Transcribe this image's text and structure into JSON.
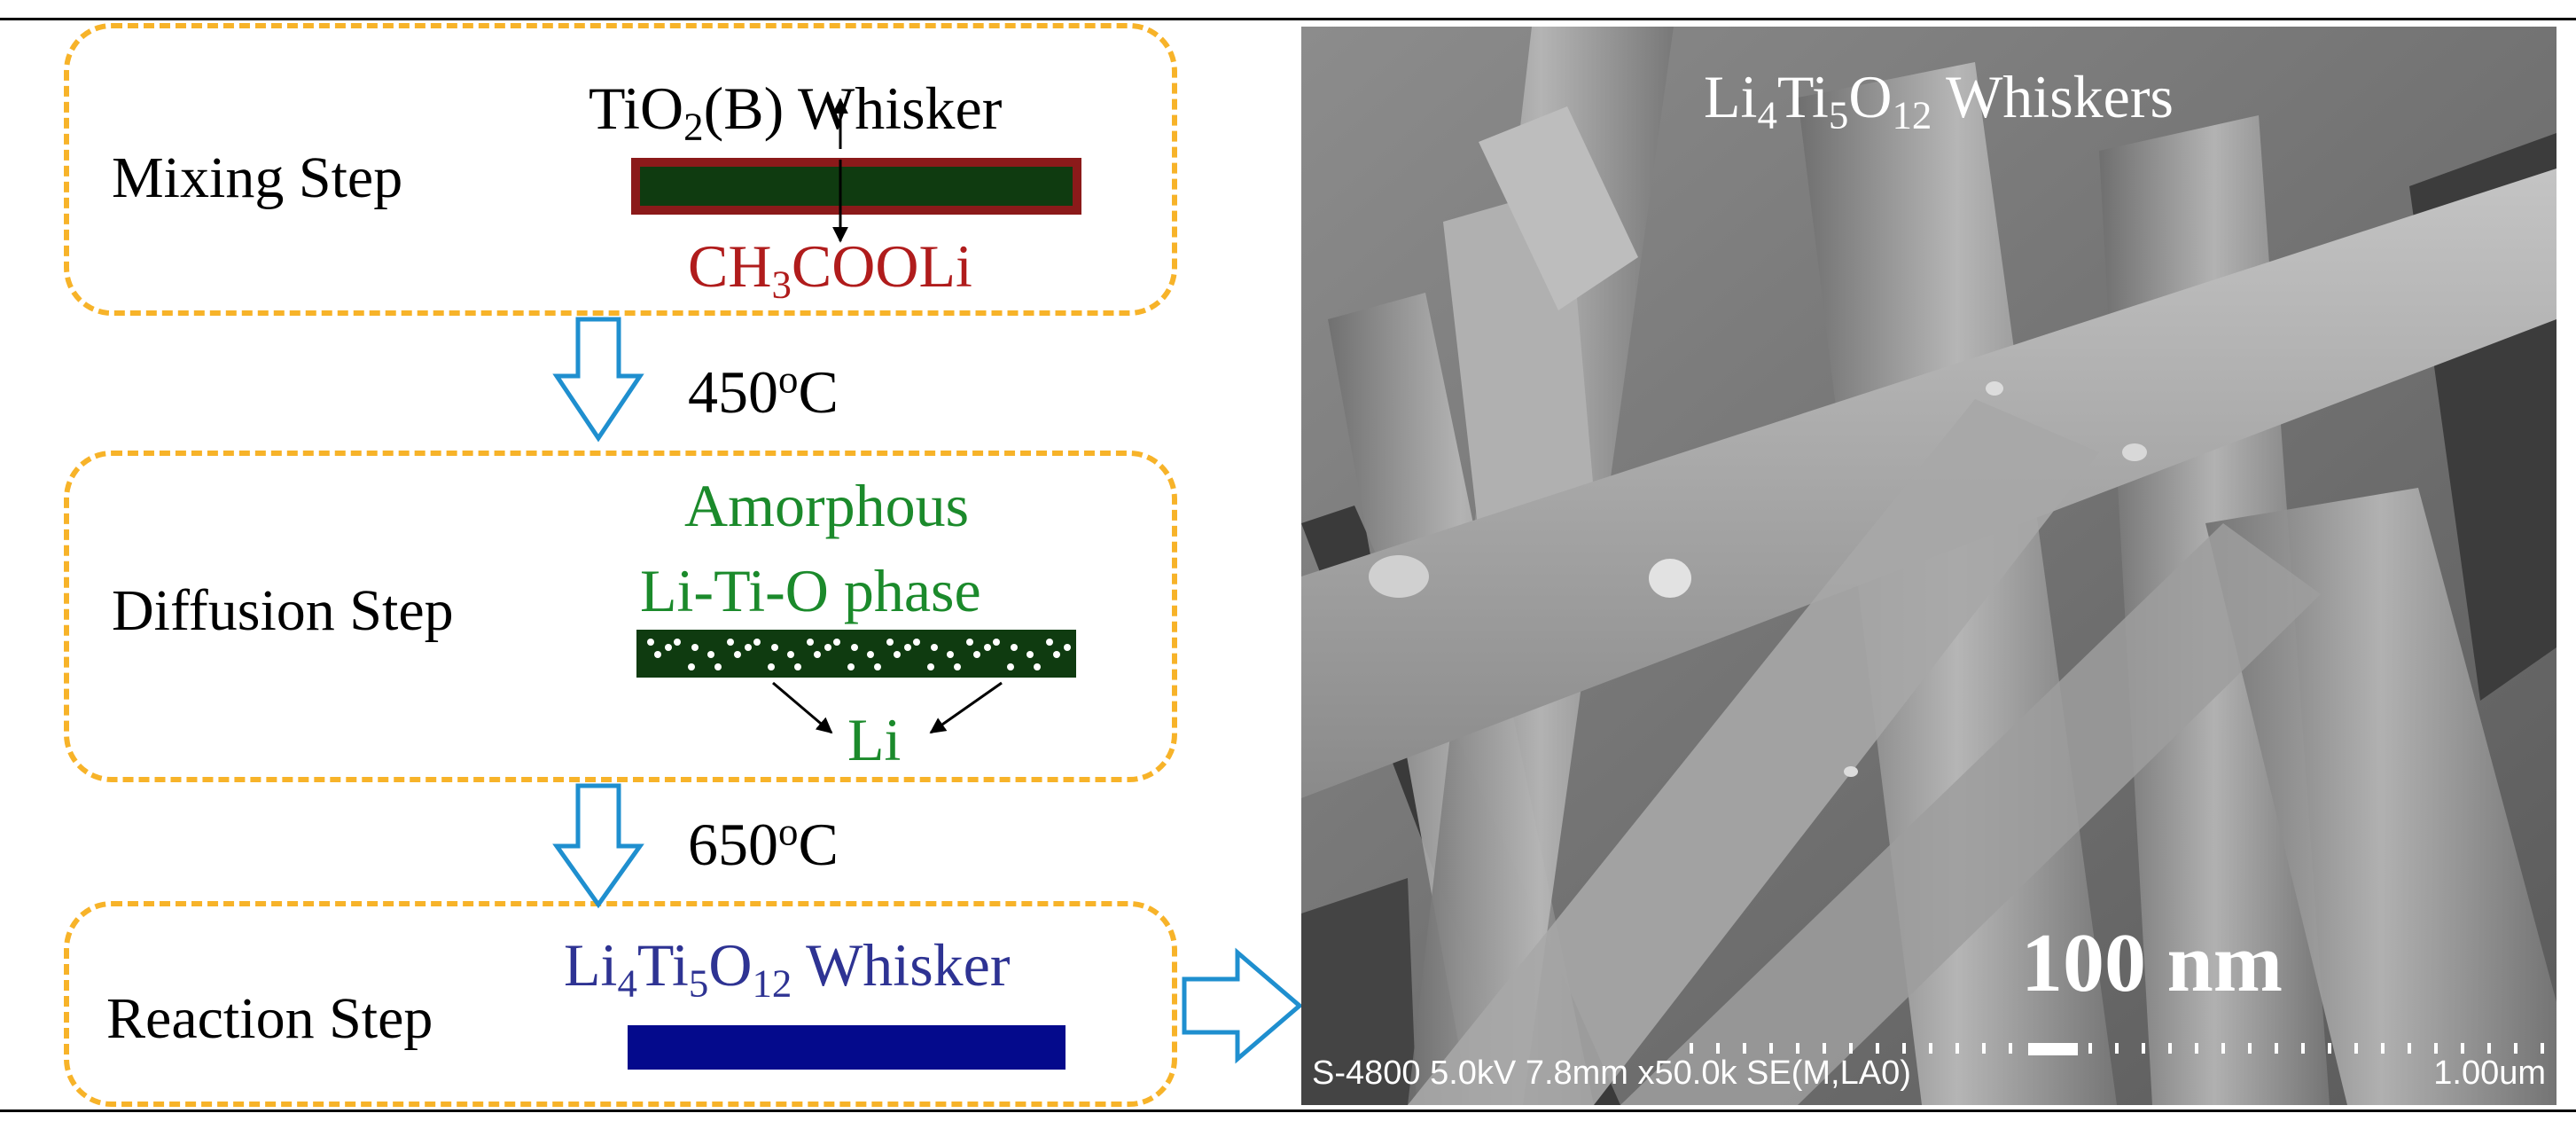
{
  "colors": {
    "dash": "#f7b329",
    "arrow": "#1f8fcf",
    "tio2_bar": "#0f3b10",
    "tio2_border": "#8b1a1a",
    "acetate": "#b01c1c",
    "phase": "#1b8a2b",
    "lto": "#2e3393",
    "lto_bar": "#040a8c"
  },
  "steps": {
    "mixing": {
      "label": "Mixing Step",
      "top_prefix": "TiO",
      "top_sub": "2",
      "top_suffix": "(B) Whisker",
      "bottom_a": "CH",
      "bottom_sub": "3",
      "bottom_b": "COOLi"
    },
    "diffusion": {
      "label": "Diffusion Step",
      "line1": "Amorphous",
      "line2": "Li-Ti-O phase",
      "bottom": "Li"
    },
    "reaction": {
      "label": "Reaction Step",
      "p1": "Li",
      "s1": "4",
      "p2": "Ti",
      "s2": "5",
      "p3": "O",
      "s3": "12",
      "p4": " Whisker"
    }
  },
  "temperatures": [
    {
      "value": "450",
      "sup": "o",
      "unit": "C"
    },
    {
      "value": "650",
      "sup": "o",
      "unit": "C"
    }
  ],
  "sem": {
    "title": {
      "p1": "Li",
      "s1": "4",
      "p2": "Ti",
      "s2": "5",
      "p3": "O",
      "s3": "12",
      "p4": " Whiskers"
    },
    "scale_label": "100 nm",
    "info": "S-4800 5.0kV 7.8mm x50.0k SE(M,LA0)",
    "scale_unit": "1.00um"
  }
}
